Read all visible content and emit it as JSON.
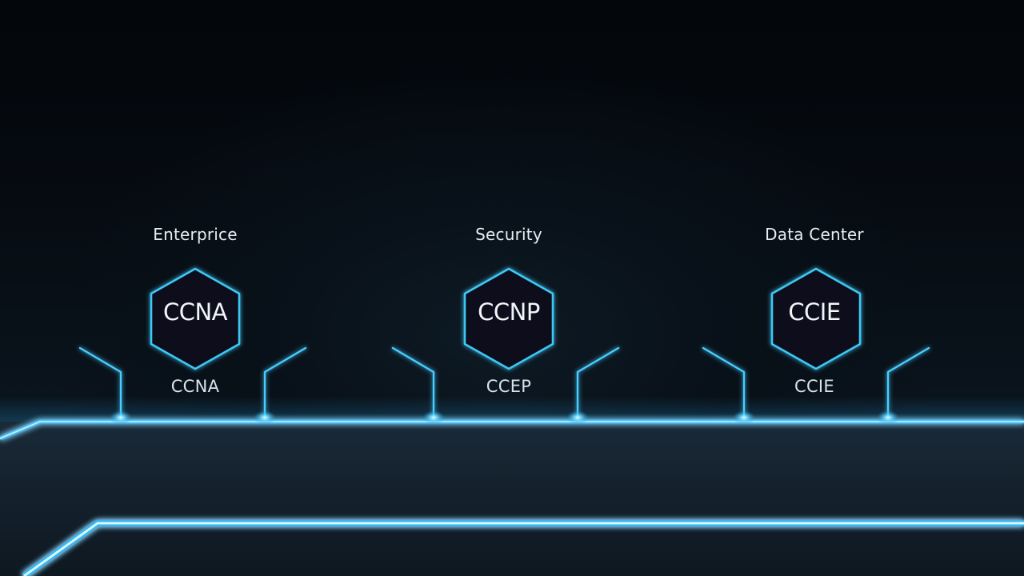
{
  "colors": {
    "background_top": "#03060a",
    "background_bottom": "#0f1c27",
    "glow_line": "#3fc6ff",
    "glow_core": "#c9f3ff",
    "text": "#e6eef4"
  },
  "tracks": [
    {
      "title": "Enterprice",
      "hex_label": "CCNA",
      "sub_label": "CCNA"
    },
    {
      "title": "Security",
      "hex_label": "CCNP",
      "sub_label": "CCEP"
    },
    {
      "title": "Data Center",
      "hex_label": "CCIE",
      "sub_label": "CCIE"
    }
  ]
}
